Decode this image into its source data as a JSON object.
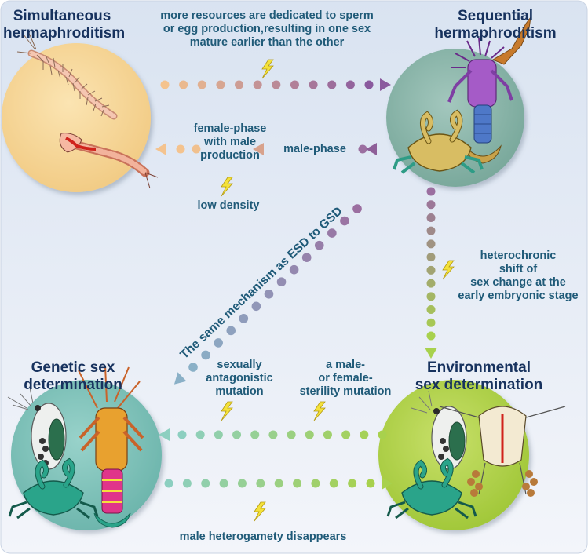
{
  "nodes": {
    "simultaneous": {
      "line1": "Simultaneous",
      "line2": "hermaphroditism",
      "color": "#f7d79a"
    },
    "sequential": {
      "line1": "Sequential",
      "line2": "hermaphroditism",
      "color": "#8fb8ad"
    },
    "genetic": {
      "line1": "Genetic sex",
      "line2": "determination",
      "color": "#7fc3bb"
    },
    "environmental": {
      "line1": "Environmental",
      "line2": "sex determination",
      "color": "#b6d64b"
    }
  },
  "annotations": {
    "resources": {
      "line1": "more resources are dedicated to sperm",
      "line2": "or egg production,resulting in one sex",
      "line3": "mature earlier than the other"
    },
    "female_phase": {
      "line1": "female-phase",
      "line2": "with male",
      "line3": "production"
    },
    "male_phase": "male-phase",
    "low_density": "low density",
    "same_mechanism": "The same mechanism as ESD to GSD",
    "heterochronic": {
      "line1": "heterochronic",
      "line2": "shift of",
      "line3": "sex change at the",
      "line4": "early embryonic stage"
    },
    "sexually_antagonistic": {
      "line1": "sexually",
      "line2": "antagonistic",
      "line3": "mutation"
    },
    "sterility": {
      "line1": "a male-",
      "line2": "or female-",
      "line3": "sterility mutation"
    },
    "male_heterogamety": "male heterogamety disappears"
  },
  "colors": {
    "background_top": "#d9e3f1",
    "background_bottom": "#f3f5fa",
    "title_text": "#17325e",
    "annotation_text": "#1f5a78",
    "lightning": "#f4e23a",
    "arrow_top": [
      "#f4c38e",
      "#8a5a9e"
    ],
    "arrow_phase": [
      "#f4c38e",
      "#8a5a9e"
    ],
    "arrow_right": [
      "#9b6fa0",
      "#a8d14d"
    ],
    "arrow_diagonal": [
      "#9b6fa0",
      "#8ab0c7"
    ],
    "arrow_bottom": [
      "#8ccfc0",
      "#a8d14d"
    ]
  },
  "icons": [
    "lightning-icon",
    "worm-icon",
    "crab-icon",
    "shrimp-icon",
    "water-flea-icon",
    "copepod-icon"
  ]
}
